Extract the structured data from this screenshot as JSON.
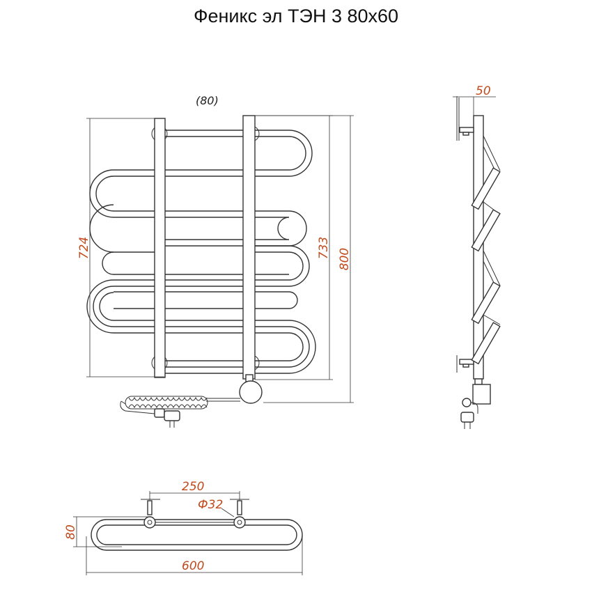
{
  "title": "Феникс эл ТЭН 3 80х60",
  "front_view": {
    "offset_label": "(80)",
    "dim_height_724": "724",
    "dim_height_733": "733",
    "dim_height_800": "800"
  },
  "side_view": {
    "dim_depth": "50"
  },
  "top_view": {
    "dim_center": "250",
    "dim_diameter": "Ф32",
    "dim_depth": "80",
    "dim_width": "600"
  }
}
